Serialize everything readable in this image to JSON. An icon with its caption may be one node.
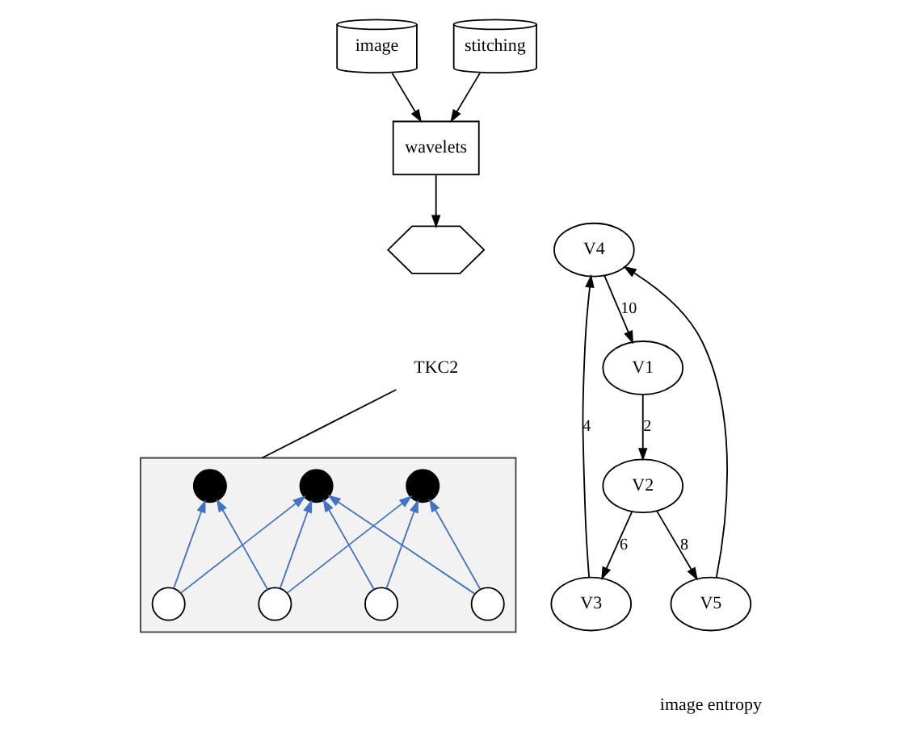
{
  "diagram": {
    "nodes": [
      {
        "text": [
          "image"
        ]
      },
      {
        "text": [
          "stitching"
        ]
      },
      {
        "text": [
          "wavelets"
        ]
      },
      {
        "text": [],
        "shape": "hexagon"
      },
      {
        "text": [
          "V1"
        ]
      },
      {
        "text": [
          "V2"
        ]
      },
      {
        "text": [
          "V3"
        ]
      },
      {
        "text": [
          "V4"
        ]
      },
      {
        "text": [
          "V5"
        ]
      },
      {
        "text": [
          "TKC2"
        ]
      },
      {
        "text": [],
        "shape": "box"
      },
      {
        "text": [],
        "shape": "circle",
        "in": 10
      },
      {
        "text": [],
        "shape": "circle",
        "in": 10
      },
      {
        "text": [],
        "shape": "circle",
        "in": 10
      },
      {
        "text": [],
        "shape": "circle",
        "in": 10
      },
      {
        "text": [],
        "shape": "circle",
        "in": 10
      },
      {
        "text": [],
        "shape": "circle",
        "in": 10
      },
      {
        "text": [],
        "shape": "circle",
        "in": 10
      }
    ],
    "edges": [
      {
        "from": 0,
        "to": 2,
        "arrow": "to"
      },
      {
        "from": 1,
        "to": 2,
        "arrow": "to"
      },
      {
        "from": 2,
        "to": 3,
        "arrow": "to"
      },
      {
        "from": 4,
        "to": 5,
        "arrow": "to",
        "label": "2"
      },
      {
        "from": 5,
        "to": 8,
        "arrow": "to",
        "label": "8"
      },
      {
        "from": 5,
        "to": 6,
        "arrow": "to",
        "label": "6"
      },
      {
        "from": 6,
        "to": 7,
        "arrow": "to",
        "label": "4"
      },
      {
        "from": 7,
        "to": 4,
        "arrow": "to",
        "label": "10"
      },
      {
        "from": 8,
        "to": 7,
        "arrow": "to"
      },
      {
        "from": 9,
        "to": 10,
        "arrow": "none"
      },
      {
        "from": 14,
        "to": 11,
        "arrow": "to",
        "color": "#4472c4"
      },
      {
        "from": 14,
        "to": 12,
        "arrow": "to",
        "color": "#4472c4"
      },
      {
        "from": 15,
        "to": 11,
        "arrow": "to",
        "color": "#4472c4"
      },
      {
        "from": 15,
        "to": 12,
        "arrow": "to",
        "color": "#4472c4"
      },
      {
        "from": 15,
        "to": 13,
        "arrow": "to",
        "color": "#4472c4"
      },
      {
        "from": 16,
        "to": 12,
        "arrow": "to",
        "color": "#4472c4"
      },
      {
        "from": 16,
        "to": 13,
        "arrow": "to",
        "color": "#4472c4"
      },
      {
        "from": 17,
        "to": 12,
        "arrow": "to",
        "color": "#4472c4"
      },
      {
        "from": 17,
        "to": 13,
        "arrow": "to",
        "color": "#4472c4"
      }
    ],
    "labels": [
      "image entropy"
    ]
  }
}
